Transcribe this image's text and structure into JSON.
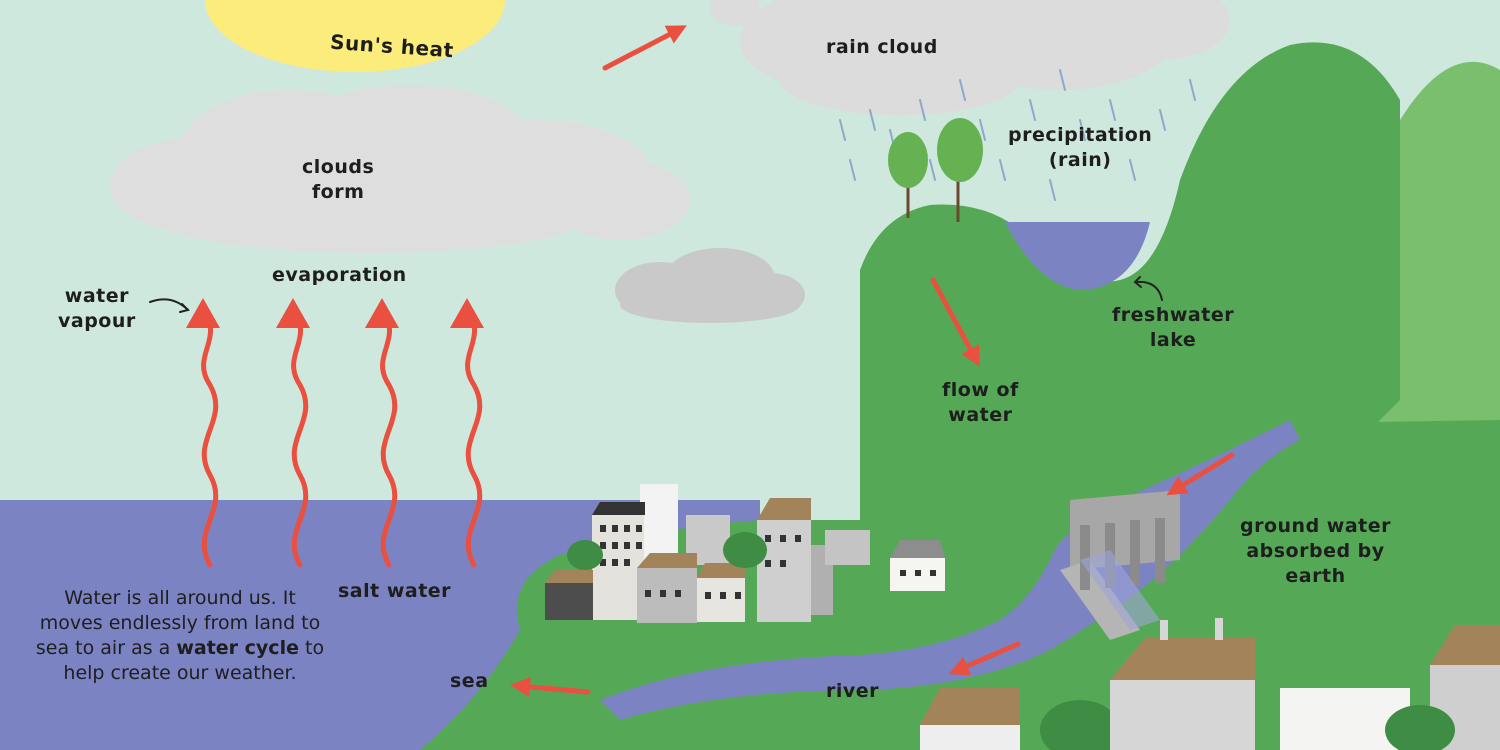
{
  "labels": {
    "suns_heat": "Sun's heat",
    "clouds_form": [
      "clouds",
      "form"
    ],
    "evaporation": "evaporation",
    "water_vapour": [
      "water",
      "vapour"
    ],
    "salt_water": "salt water",
    "sea": "sea",
    "rain_cloud": "rain cloud",
    "precipitation": [
      "precipitation",
      "(rain)"
    ],
    "freshwater_lake": [
      "freshwater",
      "lake"
    ],
    "flow_of_water": [
      "flow of",
      "water"
    ],
    "ground_water": [
      "ground water",
      "absorbed by",
      "earth"
    ],
    "river": "river"
  },
  "intro": {
    "part1": "Water is all around us. It moves endlessly from land to sea to air as a ",
    "highlight": "water cycle",
    "part2": " to help create our weather."
  },
  "colors": {
    "sky": "#cfe8dd",
    "sun": "#fbec7c",
    "sea": "#7b83c2",
    "hill": "#55a956",
    "hill_light": "#79bf6e",
    "arrow": "#e9503f",
    "cloud": "#dcdcdc"
  }
}
